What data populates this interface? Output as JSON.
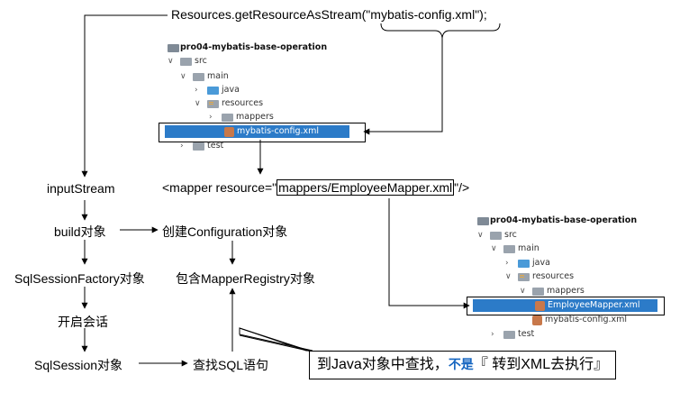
{
  "code": {
    "get_resource": "Resources.getResourceAsStream(\"mybatis-config.xml\");",
    "mapper_prefix": "<mapper resource=\"",
    "mapper_value": "mappers/EmployeeMapper.xml",
    "mapper_suffix": "\"/>"
  },
  "flow": {
    "input_stream": "inputStream",
    "build": "build对象",
    "factory": "SqlSessionFactory对象",
    "open": "开启会话",
    "session": "SqlSession对象",
    "create_config": "创建Configuration对象",
    "registry": "包含MapperRegistry对象",
    "find_sql": "查找SQL语句"
  },
  "callout": {
    "prefix": "到Java对象中查找，",
    "highlight": "不是",
    "suffix": "『 转到XML去执行』"
  },
  "tree1": {
    "project": "pro04-mybatis-base-operation",
    "src": "src",
    "main": "main",
    "java": "java",
    "resources": "resources",
    "mappers": "mappers",
    "config": "mybatis-config.xml",
    "test": "test"
  },
  "tree2": {
    "project": "pro04-mybatis-base-operation",
    "src": "src",
    "main": "main",
    "java": "java",
    "resources": "resources",
    "mappers": "mappers",
    "employee_mapper": "EmployeeMapper.xml",
    "config": "mybatis-config.xml",
    "test": "test"
  }
}
